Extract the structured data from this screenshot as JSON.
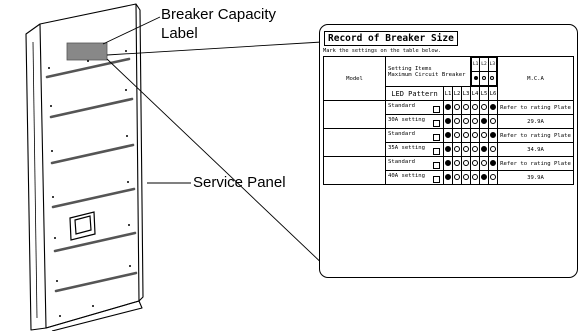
{
  "callouts": {
    "breaker_label_line1": "Breaker Capacity",
    "breaker_label_line2": "Label",
    "service_panel": "Service Panel"
  },
  "record": {
    "title": "Record of Breaker Size",
    "instruction": "Mark the settings on the table below.",
    "model_header": "Model",
    "setting_items_header_line1": "Setting Items",
    "setting_items_header_line2": "Maximum Circuit Breaker",
    "led_pattern_header": "LED Pattern",
    "mca_header": "M.C.A",
    "top_led_labels": [
      "L1",
      "L2",
      "L3"
    ],
    "top_led_states": [
      true,
      false,
      false
    ],
    "led_labels": [
      "L1",
      "L2",
      "L3",
      "L4",
      "L5",
      "L6"
    ],
    "rows": [
      {
        "setting": "Standard",
        "leds": [
          true,
          false,
          false,
          false,
          false,
          true
        ],
        "mca": "Refer to rating Plate"
      },
      {
        "setting": "30A setting",
        "leds": [
          true,
          false,
          false,
          false,
          true,
          false
        ],
        "mca": "29.9A"
      },
      {
        "setting": "Standard",
        "leds": [
          true,
          false,
          false,
          false,
          false,
          true
        ],
        "mca": "Refer to rating Plate"
      },
      {
        "setting": "35A setting",
        "leds": [
          true,
          false,
          false,
          false,
          true,
          false
        ],
        "mca": "34.9A"
      },
      {
        "setting": "Standard",
        "leds": [
          true,
          false,
          false,
          false,
          false,
          true
        ],
        "mca": "Refer to rating Plate"
      },
      {
        "setting": "40A setting",
        "leds": [
          true,
          false,
          false,
          false,
          true,
          false
        ],
        "mca": "39.9A"
      }
    ]
  }
}
